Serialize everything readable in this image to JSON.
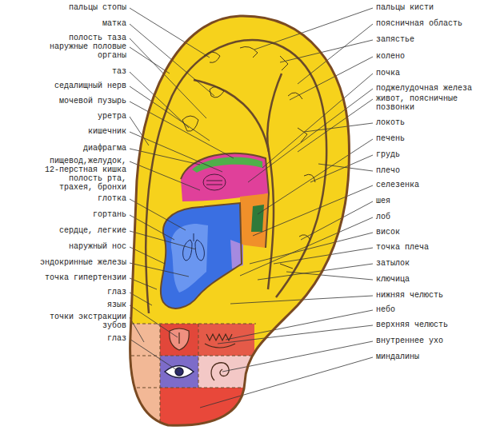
{
  "diagram": {
    "labels": [
      "пальцы стопы",
      "матка",
      "полость таза",
      "наружные половые органы",
      "таз",
      "седалищный нерв",
      "мочевой пузырь",
      "уретра",
      "кишечник",
      "диафрагма",
      "пищевод,желудок, 12-перстная кишка полость рта, трахея, бронхи",
      "глотка",
      "гортань",
      "сердце, легкие",
      "наружный нос",
      "эндокринные железы",
      "точка гипертензии",
      "глаз",
      "язык",
      "точки экстракции зубов",
      "глаз",
      "пальцы кисти",
      "поясничная область",
      "запястье",
      "колено",
      "почка",
      "поджелудочная железа",
      "живот, поясничные позвонки",
      "локоть",
      "печень",
      "грудь",
      "плечо",
      "селезенка",
      "шея",
      "лоб",
      "висок",
      "точка плеча",
      "затылок",
      "ключица",
      "нижняя челюсть",
      "небо",
      "верхняя челюсть",
      "внутреннее ухо",
      "миндалины"
    ]
  }
}
